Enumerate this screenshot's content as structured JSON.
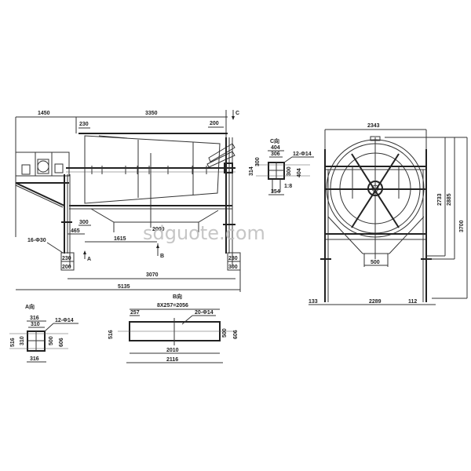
{
  "watermark": "sdguote.com",
  "side_view": {
    "dims_top": [
      "1450",
      "3350"
    ],
    "dim_small_left": "230",
    "dim_small_right": "200",
    "section_marker_c": "C",
    "dim_a": "300",
    "dim_b": "465",
    "dim_hopper": "1615",
    "dim_center": "2000",
    "anchor_note": "16-Φ30",
    "foot_left_top": "230",
    "foot_left_bottom": "200",
    "foot_right_top": "230",
    "foot_right_bottom": "300",
    "section_arrow_a": "A",
    "section_arrow_b": "B",
    "dim_total_inner": "3070",
    "dim_total_outer": "5135"
  },
  "section_c": {
    "title": "C向",
    "dim_outer": "404",
    "dim_inner": "306",
    "hole_note": "12-Φ14",
    "dim_left_a": "300",
    "dim_left_b": "314",
    "dim_right_a": "300",
    "dim_right_b": "404",
    "dim_bottom": "354",
    "dim_side": "1:8"
  },
  "end_view": {
    "dim_width_top": "2343",
    "dim_h1": "2733",
    "dim_h2": "2885",
    "dim_h3": "3700",
    "dim_outlet": "500",
    "dim_base_left": "133",
    "dim_base": "2289",
    "dim_base_right": "112"
  },
  "section_a": {
    "title": "A向",
    "dim_top": "316",
    "dim_inner": "310",
    "hole_note": "12-Φ14",
    "dim_left_a": "516",
    "dim_left_b": "310",
    "dim_right_a": "500",
    "dim_right_b": "606",
    "dim_bottom": "316"
  },
  "section_b": {
    "title": "B向",
    "dim_pitch": "8X257=2056",
    "dim_start": "257",
    "hole_note": "20-Φ14",
    "dim_left": "516",
    "dim_right_a": "500",
    "dim_right_b": "606",
    "dim_inner": "2010",
    "dim_outer": "2116"
  }
}
